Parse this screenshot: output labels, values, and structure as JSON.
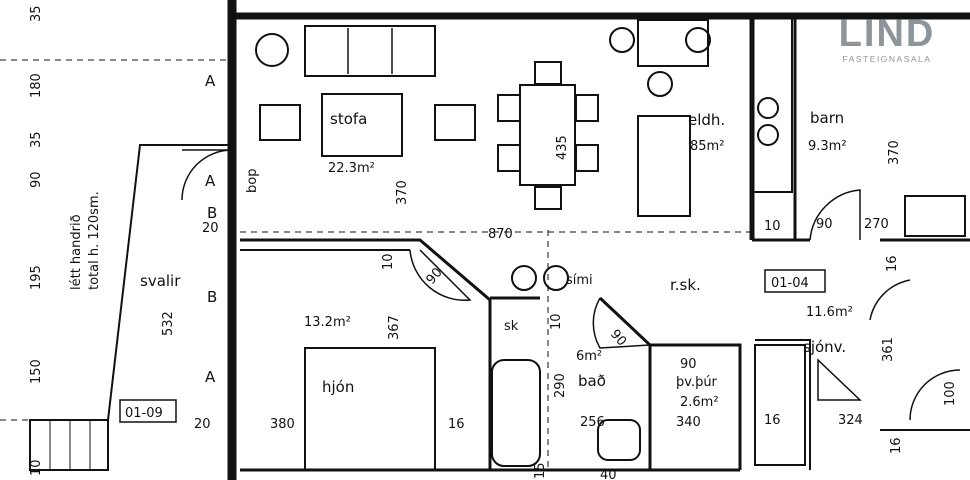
{
  "logo": {
    "name": "LIND",
    "tagline": "FASTEIGNASALA"
  },
  "rooms": {
    "stofa": {
      "name": "stofa",
      "area": "22.3m²"
    },
    "eldh": {
      "name": "eldh.",
      "area": "85m²"
    },
    "barn": {
      "name": "barn",
      "area": "9.3m²"
    },
    "hjon": {
      "name": "hjón",
      "area": "13.2m²"
    },
    "bad": {
      "name": "bað",
      "area": "6m²"
    },
    "byb": {
      "name": "þv.þúr",
      "area": "2.6m²"
    },
    "rsk": {
      "name": "r.sk."
    },
    "svalir": {
      "name": "svalir"
    },
    "sjonv": {
      "name": "sjónv."
    },
    "simi": {
      "name": "sími"
    },
    "sk": {
      "name": "sk"
    },
    "bop": {
      "name": "bop"
    },
    "hall_area": "11.6m²"
  },
  "codes": {
    "apt": "01-04",
    "balcony": "01-09"
  },
  "rail": {
    "line1": "létt handrið",
    "line2": "total h. 120sm."
  },
  "window_marks": [
    "A",
    "A",
    "B",
    "B",
    "A"
  ],
  "dimensions": {
    "d870": "870",
    "d435": "435",
    "d370a": "370",
    "d370b": "370",
    "d90a": "90",
    "d90b": "90",
    "d90c": "90",
    "d90d": "90",
    "d367": "367",
    "d361": "361",
    "d380": "380",
    "d324": "324",
    "d532": "532",
    "d270": "270",
    "d290": "290",
    "d256": "256",
    "d340": "340",
    "d10a": "10",
    "d10b": "10",
    "d10c": "10",
    "d16a": "16",
    "d16b": "16",
    "d16c": "16",
    "d16d": "16",
    "d20a": "20",
    "d20b": "20",
    "d100": "100",
    "d40": "40",
    "d15": "15",
    "side_a": "35",
    "side_b": "180",
    "side_c": "35",
    "side_d": "90",
    "side_e": "195",
    "side_f": "150",
    "side_g": "10"
  }
}
